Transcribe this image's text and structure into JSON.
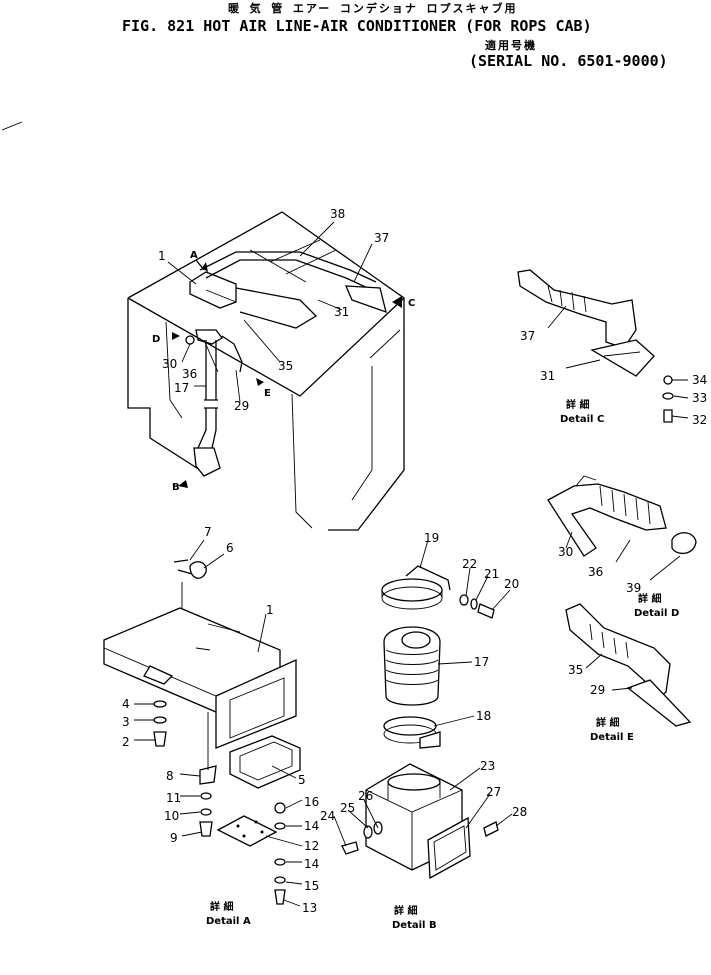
{
  "header": {
    "jp_title": "暖 気 管 エアー コンデショナ ロプスキャブ用",
    "title": "FIG. 821 HOT AIR LINE-AIR CONDITIONER (FOR ROPS CAB)",
    "jp_serial": "適用号機",
    "serial": "(SERIAL NO. 6501-9000)"
  },
  "details": {
    "jp_label": "詳 細",
    "a": "Detail A",
    "b": "Detail B",
    "c": "Detail C",
    "d": "Detail D",
    "e": "Detail E"
  },
  "view_marks": {
    "a": "A",
    "b": "B",
    "c": "C",
    "d": "D",
    "e": "E"
  },
  "callouts": [
    "1",
    "2",
    "3",
    "4",
    "5",
    "6",
    "7",
    "8",
    "9",
    "10",
    "11",
    "12",
    "13",
    "14",
    "15",
    "16",
    "17",
    "18",
    "19",
    "20",
    "21",
    "22",
    "23",
    "24",
    "25",
    "26",
    "27",
    "28",
    "29",
    "30",
    "31",
    "32",
    "33",
    "34",
    "35",
    "36",
    "37",
    "38",
    "39"
  ]
}
